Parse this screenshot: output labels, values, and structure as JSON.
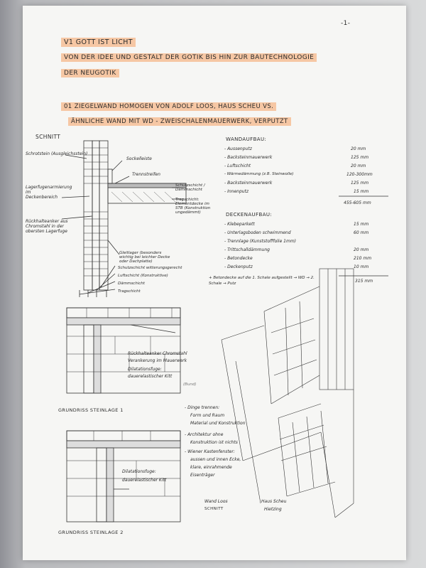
{
  "page_number": "-1-",
  "heading": {
    "line1": "V1  GOTT IST LICHT",
    "line2": "VON DER IDEE UND GESTALT DER GOTIK BIS HIN ZUR BAUTECHNOLOGIE",
    "line3": "DER NEUGOTIK"
  },
  "subheading": {
    "line1": "01 ZIEGELWAND HOMOGEN VON ADOLF LOOS, HAUS SCHEU VS.",
    "line2": "ÄHNLICHE WAND MIT WD - ZWEISCHALENMAUERWERK, VERPUTZT"
  },
  "section_label": "SCHNITT",
  "section_left_labels": [
    "Schrotstein (Ausgleichsstein)",
    "Lagerfugenarmierung im Deckenbereich",
    "Rückhalteanker aus Chromstahl in der obersten Lagerfuge"
  ],
  "section_right_labels": [
    "Sockelleiste",
    "Trennstreifen",
    "Schutzschicht / Dämmschicht",
    "Tragschicht: Elementdecke im STB (Konstruktion ungedämmt)",
    "Gleitlager (besonders wichtig bei leichter Decke oder Dachplatte)"
  ],
  "section_bottom_labels": [
    "Schutzschicht witterungsgerecht",
    "Luftschicht (Konstruktive)",
    "Dämmschicht",
    "Tragschicht"
  ],
  "wall_buildup": {
    "title": "WANDAUFBAU:",
    "rows": [
      {
        "label": "- Aussenputz",
        "value": "20 mm"
      },
      {
        "label": "- Backsteinmauerwerk",
        "value": "125 mm"
      },
      {
        "label": "- Luftschicht",
        "value": "20 mm"
      },
      {
        "label": "- Wärmedämmung (z.B. Steinwolle)",
        "value": "120-300mm"
      },
      {
        "label": "- Backsteinmauerwerk",
        "value": "125 mm"
      },
      {
        "label": "- Innenputz",
        "value": "15 mm"
      }
    ],
    "total": "455-605 mm"
  },
  "ceiling_buildup": {
    "title": "DECKENAUFBAU:",
    "rows": [
      {
        "label": "- Klebeparkett",
        "value": "15 mm"
      },
      {
        "label": "- Unterlagsboden schwimmend",
        "value": "60 mm"
      },
      {
        "label": "- Trennlage (Kunststofffolie 1mm)",
        "value": ""
      },
      {
        "label": "- Trittschalldämmung",
        "value": "20 mm"
      },
      {
        "label": "- Betondecke",
        "value": "210 mm"
      },
      {
        "label": "- Deckenputz",
        "value": "10 mm"
      }
    ],
    "total": "315 mm"
  },
  "ceiling_note": "+ Betondecke auf die 1. Schale aufgestellt → WD → 2. Schale → Putz",
  "anchor_note": {
    "line1": "Rückhalteanker Chromstahl",
    "line2": "Verankerung im Mauerwerk",
    "line3": "Dilatationsfuge:",
    "line4": "dauerelastischer Kitt",
    "line5": "(Bund)"
  },
  "plan1_label": "GRUNDRISS  STEINLAGE 1",
  "plan2_label": "GRUNDRISS  STEINLAGE 2",
  "plan2_note": {
    "line1": "Dilatationsfuge:",
    "line2": "dauerelastischer Kitt"
  },
  "bullets": [
    "- Dinge trennen:",
    "Form und Raum",
    "Material und Konstruktion",
    "- Architektur ohne",
    "Konstruktion ist nichts",
    "- Wiener Kastenfenster:",
    "aussen und innen Ecke,",
    "klare, einrahmende",
    "Eisenträger"
  ],
  "caption_left": {
    "line1": "Wand Loos",
    "line2": "SCHNITT"
  },
  "caption_right": {
    "line1": "Haus Scheu",
    "line2": "Hietzing"
  },
  "colors": {
    "highlight": "#f6c7a4",
    "paper": "#f6f6f4",
    "ink": "#2b2b2b"
  }
}
